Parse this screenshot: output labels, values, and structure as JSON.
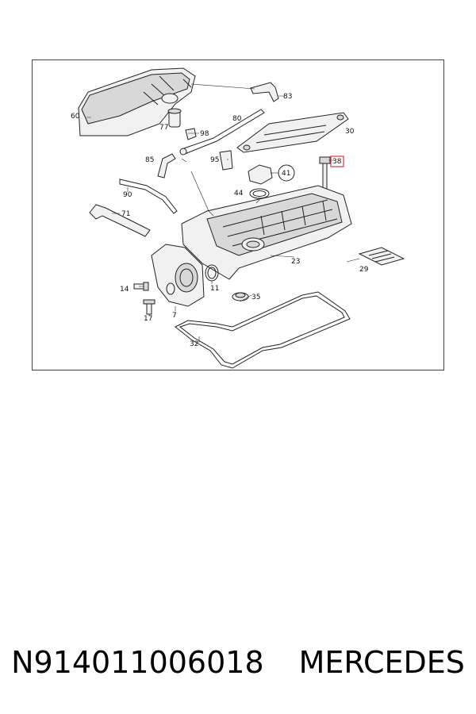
{
  "diagram": {
    "labels": [
      "60",
      "83",
      "77",
      "98",
      "80",
      "30",
      "85",
      "95",
      "38",
      "41",
      "44",
      "90",
      "71",
      "23",
      "29",
      "14",
      "11",
      "35",
      "17",
      "7",
      "32"
    ],
    "highlight_label": "38",
    "highlight_color": "#e0344a"
  },
  "footer": {
    "part_number": "N914011006018",
    "brand": "MERCEDES"
  }
}
